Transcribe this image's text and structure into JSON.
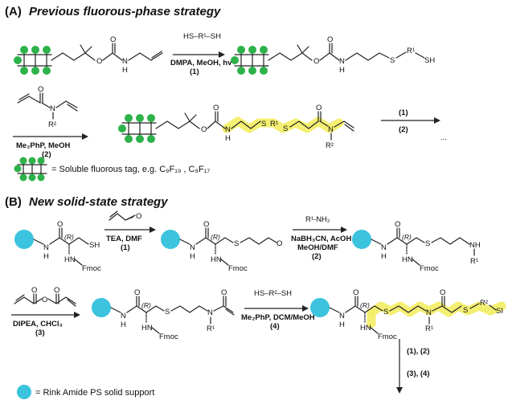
{
  "sectionA": {
    "letter": "(A)",
    "title": "Previous fluorous-phase strategy",
    "step1": {
      "reagent": "HS–R¹–SH",
      "conditions": "DMPA, MeOH, hv",
      "number": "(1)"
    },
    "step2": {
      "conditions": "Me₂PhP, MeOH",
      "number": "(2)"
    },
    "repeat": {
      "first": "(1)",
      "second": "(2)",
      "more": "..."
    },
    "legend": "= Soluble fluorous tag, e.g. C₉F₁₉ , C₈F₁₇"
  },
  "sectionB": {
    "letter": "(B)",
    "title": "New solid-state strategy",
    "step1": {
      "conditions": "TEA, DMF",
      "number": "(1)"
    },
    "step2": {
      "reagent": "R¹-NH₂",
      "conditions1": "NaBH₃CN, AcOH",
      "conditions2": "MeOH/DMF",
      "number": "(2)"
    },
    "step3": {
      "conditions": "DIPEA, CHCl₃",
      "number": "(3)"
    },
    "step4": {
      "reagent": "HS–R²–SH",
      "conditions": "Me₂PhP, DCM/MeOH",
      "number": "(4)"
    },
    "repeat": {
      "first": "(1), (2)",
      "second": "(3), (4)"
    },
    "legend": "= Rink Amide PS solid support"
  },
  "atoms": {
    "O": "O",
    "N": "N",
    "H": "H",
    "S": "S",
    "SH": "SH",
    "HS": "HS",
    "NH": "NH",
    "HN": "HN",
    "R": "(R)",
    "R1": "R¹",
    "R2": "R²",
    "Fmoc": "Fmoc",
    "SHcut": "SI"
  },
  "colors": {
    "fluorous_tag": "#2db24a",
    "solid_support": "#3cc3de",
    "highlight": "#f3ee6a"
  }
}
